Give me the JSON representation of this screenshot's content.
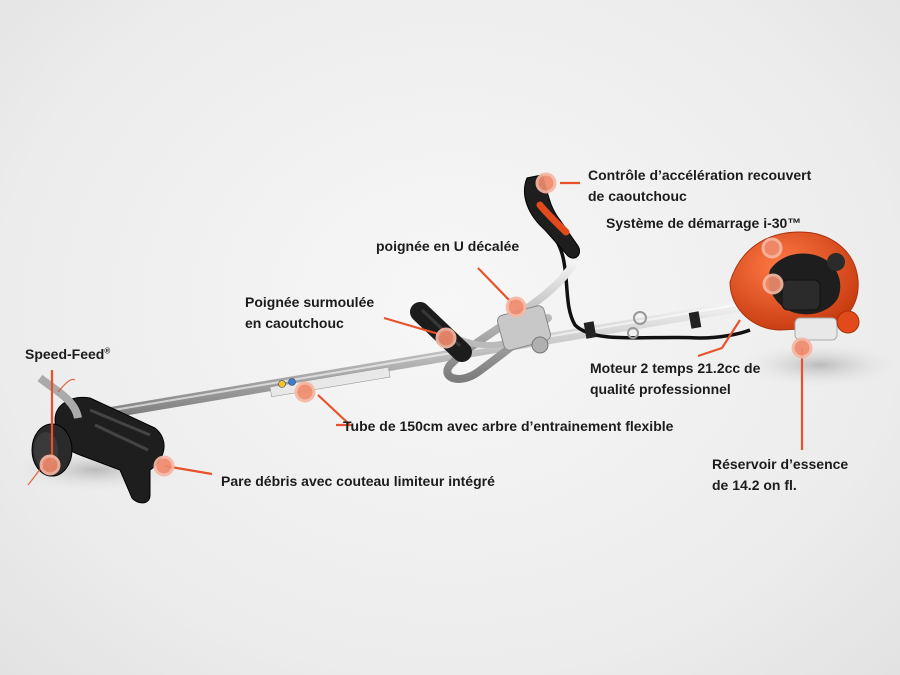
{
  "labels": {
    "accel": [
      "Contrôle d’accélération recouvert",
      "de caoutchouc"
    ],
    "starter": [
      "Système de démarrage i-30™"
    ],
    "ugrip": [
      "poignée en U décalée"
    ],
    "rubbergrip": [
      "Poignée surmoulée",
      "en caoutchouc"
    ],
    "speedfeed": "Speed-Feed",
    "speedfeed_mark": "®",
    "engine": [
      "Moteur 2 temps 21.2cc de",
      "qualité professionnel"
    ],
    "tube": [
      "Tube de 150cm avec arbre d’entrainement flexible"
    ],
    "guard": [
      "Pare débris avec couteau limiteur intégré"
    ],
    "tank": [
      "Réservoir d’essence",
      "de 14.2 on fl."
    ]
  },
  "colors": {
    "accent": "#e8522a",
    "dot": "#f08a6c",
    "engine_orange": "#e24a1c",
    "shaft": "#c9c9c9",
    "dark": "#1e1e1e"
  }
}
